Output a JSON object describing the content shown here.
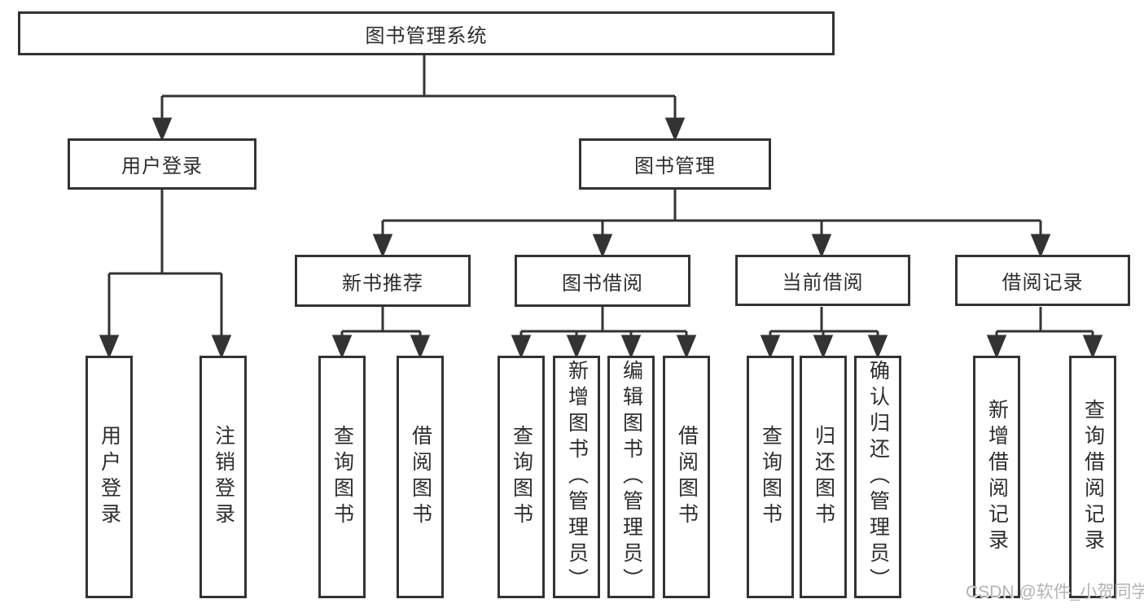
{
  "diagram": {
    "title": "图书管理系统",
    "root": {
      "label": "图书管理系统"
    },
    "level2": [
      {
        "id": "user-login",
        "label": "用户登录"
      },
      {
        "id": "book-management",
        "label": "图书管理"
      }
    ],
    "level3": [
      {
        "id": "new-book-recommend",
        "label": "新书推荐",
        "parent": "图书管理"
      },
      {
        "id": "book-borrow",
        "label": "图书借阅",
        "parent": "图书管理"
      },
      {
        "id": "current-borrow",
        "label": "当前借阅",
        "parent": "图书管理"
      },
      {
        "id": "borrow-record",
        "label": "借阅记录",
        "parent": "图书管理"
      }
    ],
    "leaves": [
      {
        "label": "用户登录",
        "parent": "用户登录"
      },
      {
        "label": "注销登录",
        "parent": "用户登录"
      },
      {
        "label": "查询图书",
        "parent": "新书推荐"
      },
      {
        "label": "借阅图书",
        "parent": "新书推荐"
      },
      {
        "label": "查询图书",
        "parent": "图书借阅"
      },
      {
        "label": "新增图书（管理员）",
        "parent": "图书借阅"
      },
      {
        "label": "编辑图书（管理员）",
        "parent": "图书借阅"
      },
      {
        "label": "借阅图书",
        "parent": "图书借阅"
      },
      {
        "label": "查询图书",
        "parent": "当前借阅"
      },
      {
        "label": "归还图书",
        "parent": "当前借阅"
      },
      {
        "label": "确认归还（管理员）",
        "parent": "当前借阅"
      },
      {
        "label": "新增借阅记录",
        "parent": "借阅记录"
      },
      {
        "label": "查询借阅记录",
        "parent": "借阅记录"
      }
    ]
  },
  "watermark": {
    "text": "CSDN @软件_小贺同学"
  },
  "colors": {
    "line": "#333333",
    "border": "#333333",
    "text": "#2d2d2d",
    "watermark": "#b3b3b3",
    "background": "#ffffff"
  }
}
